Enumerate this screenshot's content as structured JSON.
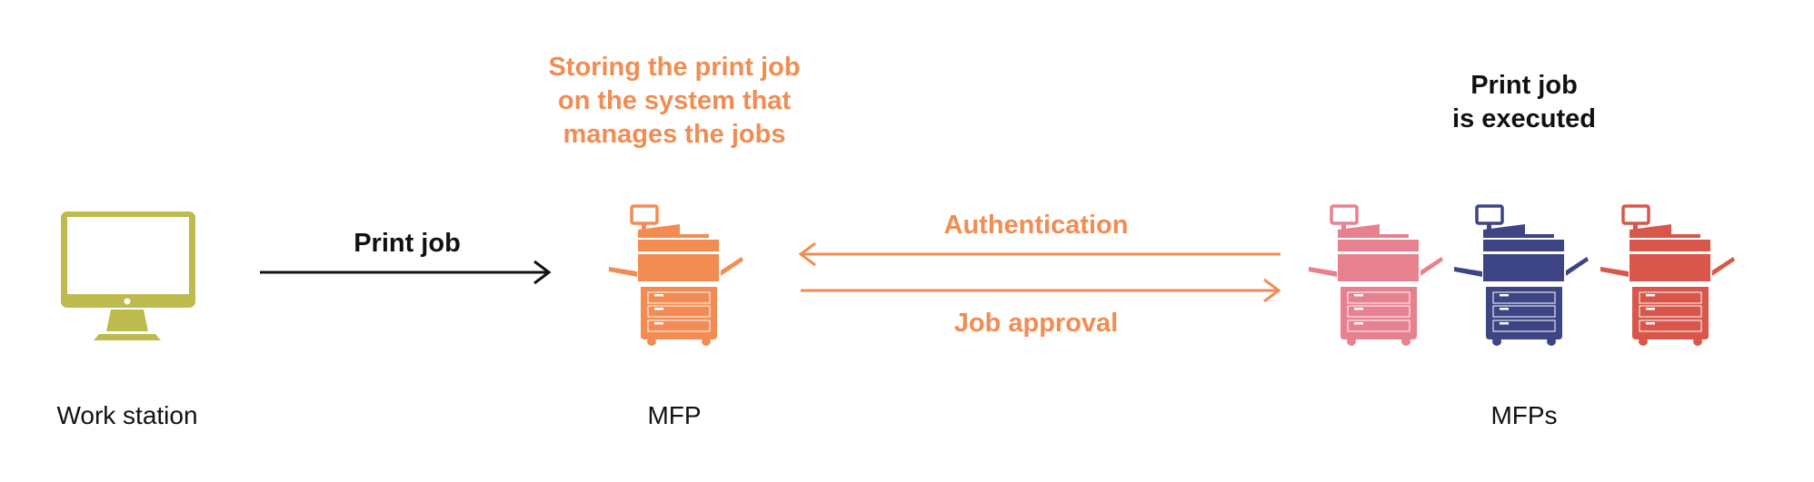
{
  "title_storing": [
    "Storing the print job",
    "on the system that",
    "manages the jobs"
  ],
  "title_executed": [
    "Print job",
    "is executed"
  ],
  "labels": {
    "workstation": "Work station",
    "mfp": "MFP",
    "mfps": "MFPs"
  },
  "arrows": {
    "print_job": "Print job",
    "authentication": "Authentication",
    "job_approval": "Job approval"
  },
  "icons": [
    "monitor-icon",
    "printer-icon"
  ],
  "colors": {
    "orange": "#F28C52",
    "olive": "#BDBB4E",
    "pink": "#E8818F",
    "navy": "#3D4584",
    "red": "#D9574A",
    "black": "#111111"
  }
}
